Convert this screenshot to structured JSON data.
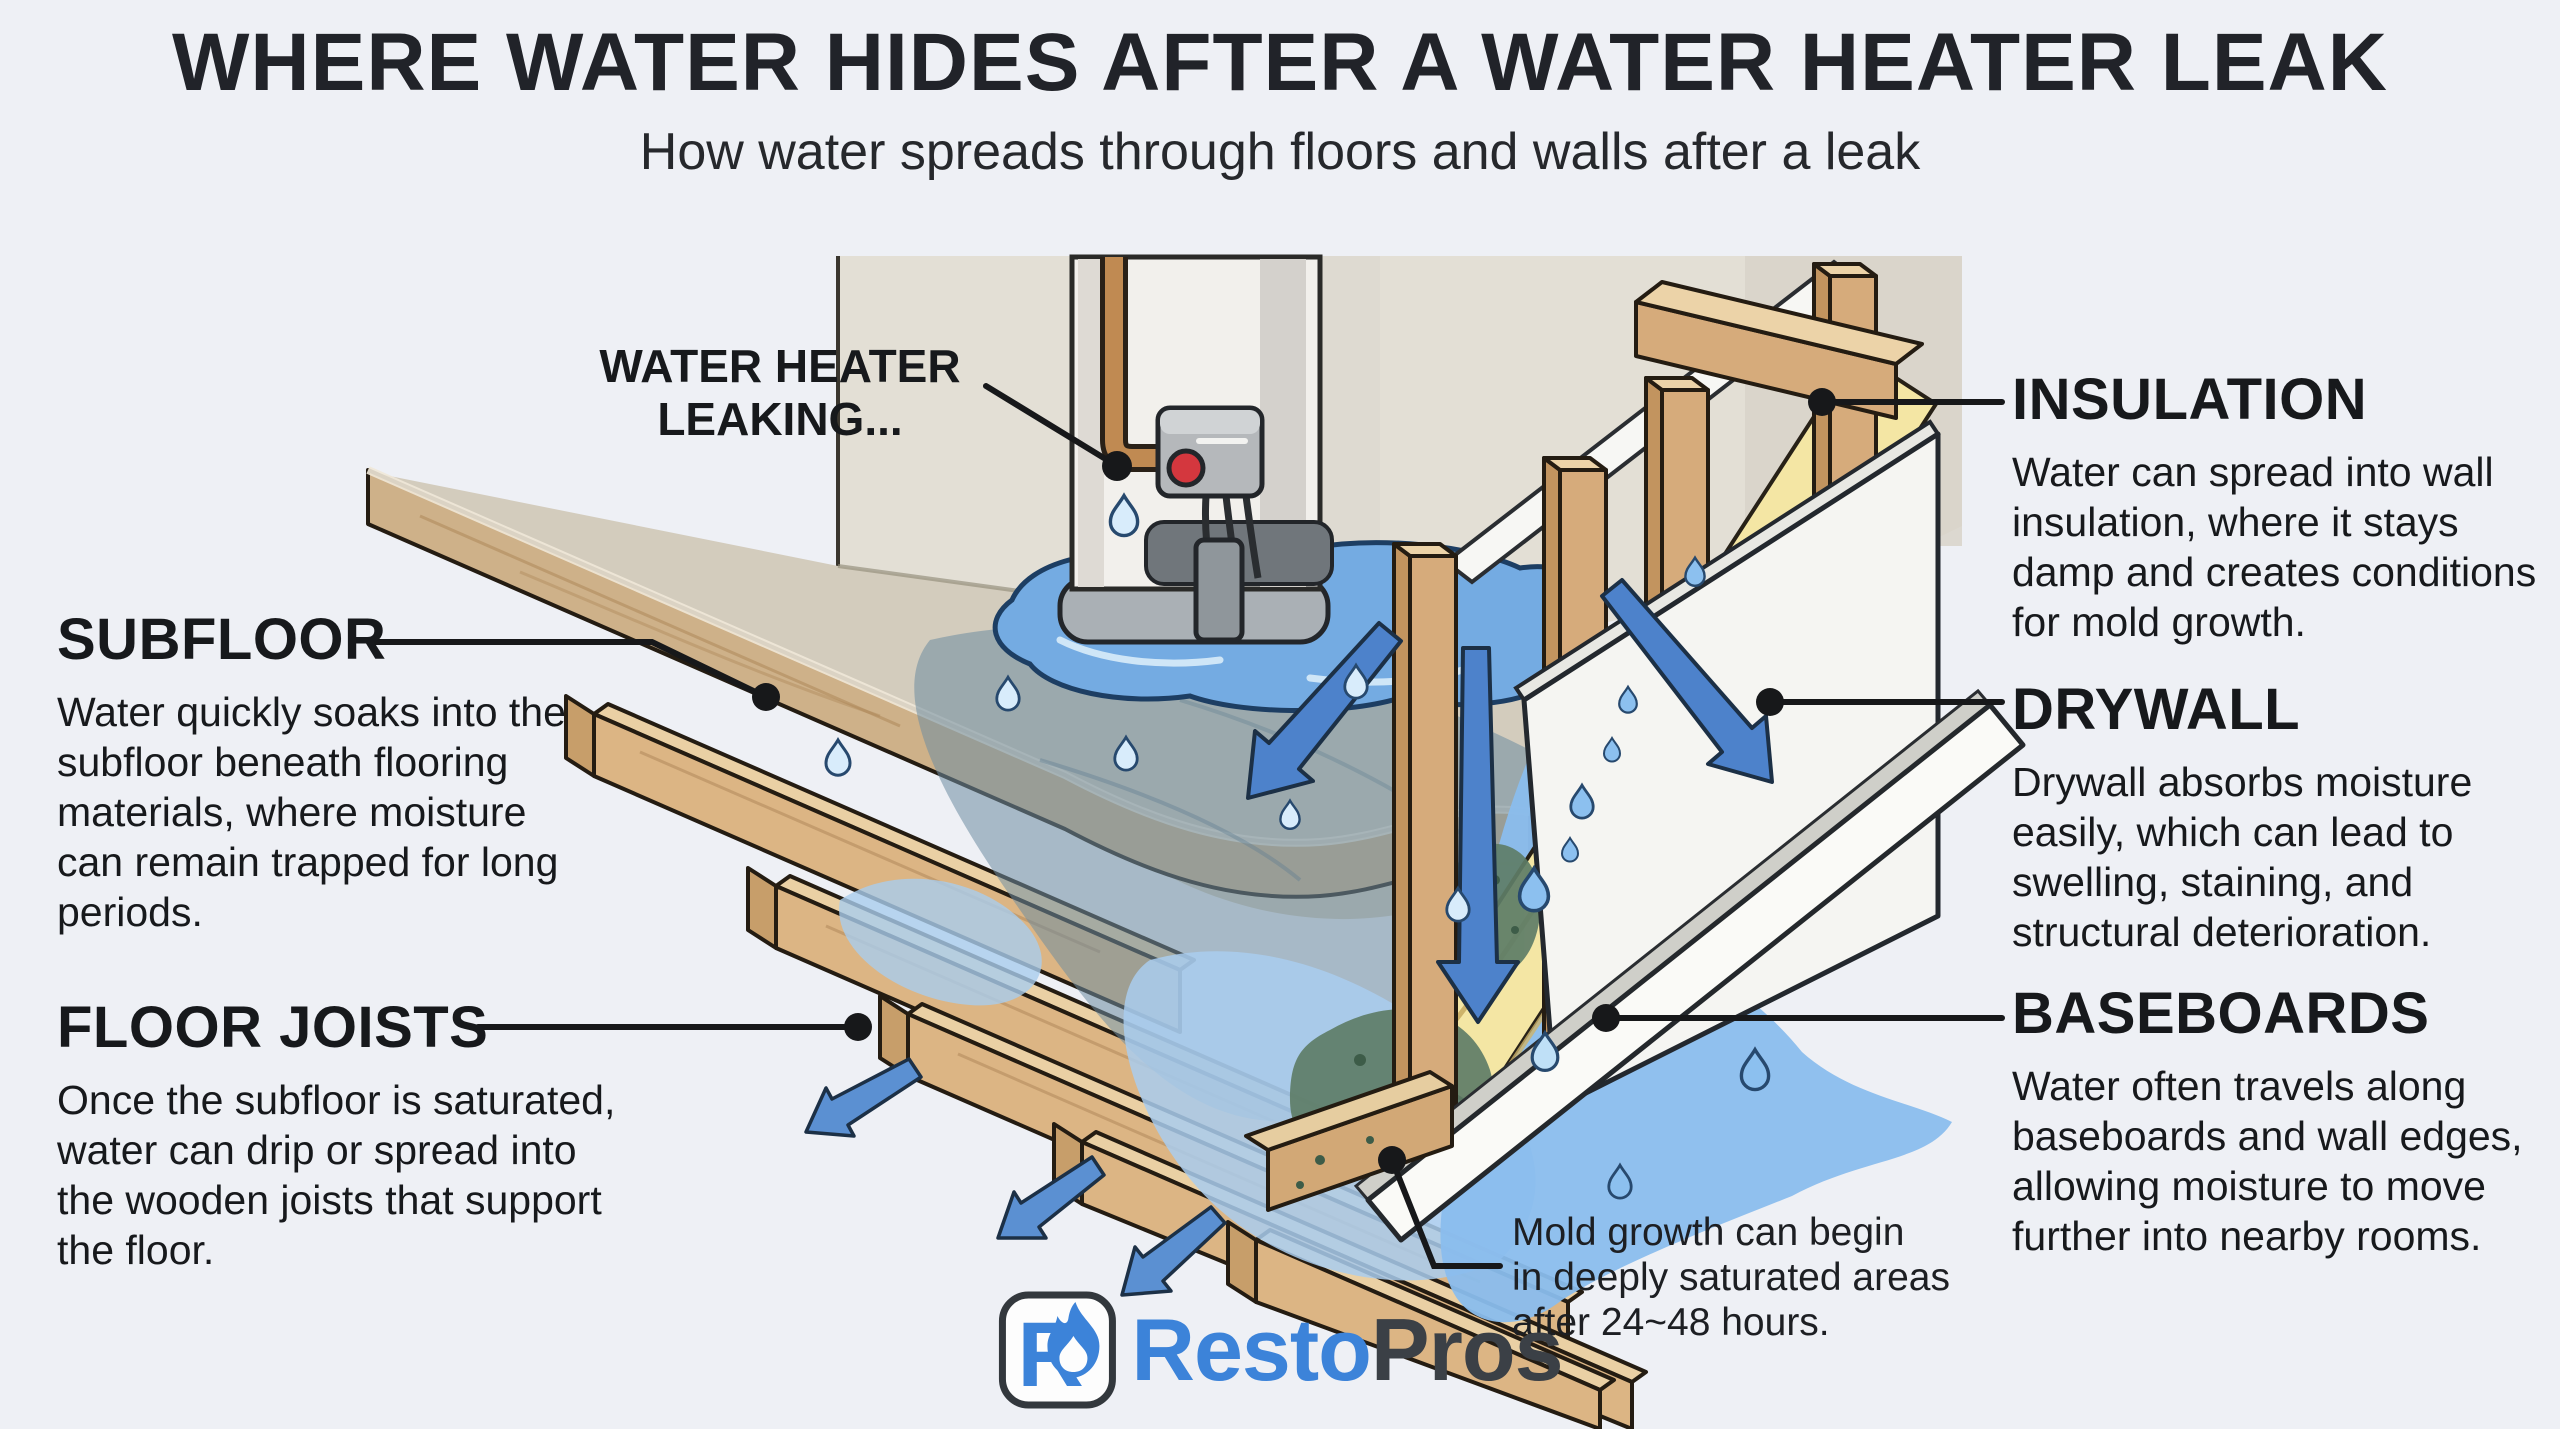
{
  "title": "WHERE WATER HIDES AFTER A WATER HEATER LEAK",
  "subtitle": "How water spreads through floors and walls after a leak",
  "heater_label": {
    "line1": "WATER HEATER",
    "line2": "LEAKING..."
  },
  "annotations": {
    "subfloor": {
      "heading": "SUBFLOOR",
      "lines": [
        "Water quickly soaks into the",
        "subfloor beneath flooring",
        "materials, where moisture",
        "can remain trapped for long",
        "periods."
      ]
    },
    "floor_joists": {
      "heading": "FLOOR JOISTS",
      "lines": [
        "Once the subfloor is saturated,",
        "water can drip or spread into",
        "the wooden joists that support",
        "the floor."
      ]
    },
    "insulation": {
      "heading": "INSULATION",
      "lines": [
        "Water can spread into wall",
        "insulation, where it stays",
        "damp and creates conditions",
        "for mold growth."
      ]
    },
    "drywall": {
      "heading": "DRYWALL",
      "lines": [
        "Drywall absorbs moisture",
        "easily, which can lead to",
        "swelling, staining, and",
        "structural deterioration."
      ]
    },
    "baseboards": {
      "heading": "BASEBOARDS",
      "lines": [
        "Water often travels along",
        "baseboards and wall edges,",
        "allowing moisture to move",
        "further into nearby rooms."
      ]
    }
  },
  "mold_note": {
    "lines": [
      "Mold growth can begin",
      "in deeply saturated areas",
      "after 24~48 hours."
    ]
  },
  "logo": {
    "icon_letter": "R",
    "name_part1": "Resto",
    "name_part2": "Pros"
  },
  "colors": {
    "background": "#eef0f5",
    "text": "#1c1e22",
    "logo_blue": "#3c83d9",
    "logo_dark": "#3b4046",
    "water_blue": "#74abe2",
    "arrow_blue": "#4d82cb",
    "insulation_yellow": "#f4e6a4",
    "mold_green": "#5e7d67",
    "wood_tan": "#d6ab7b",
    "wall_beige": "#e3dfd5",
    "subfloor_taupe": "#d3ccbd"
  }
}
